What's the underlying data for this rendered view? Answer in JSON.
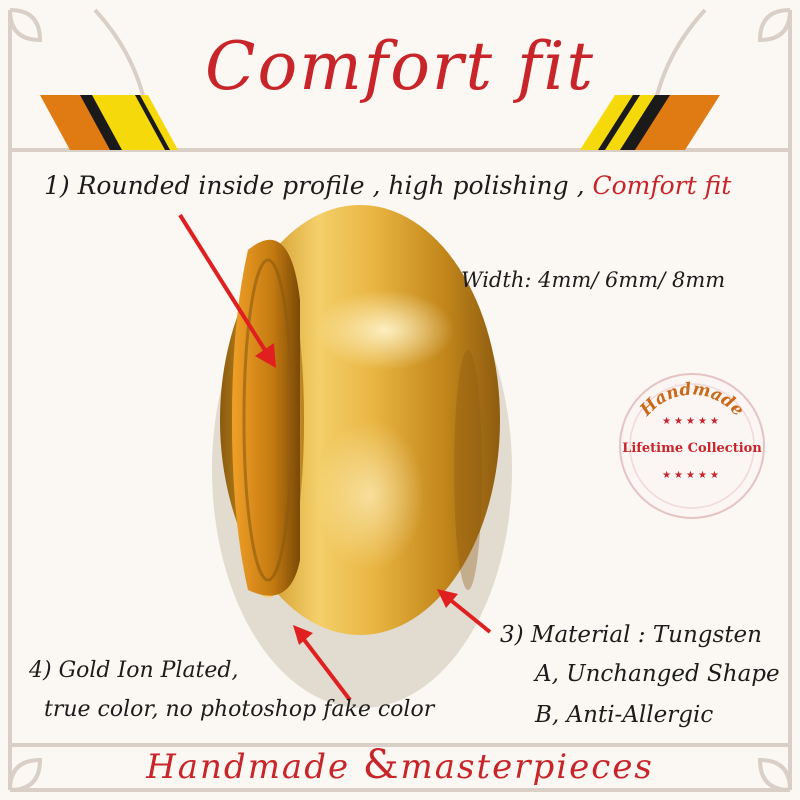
{
  "title": "Comfort fit",
  "features": {
    "line1_prefix": "1) Rounded inside profile , high polishing ,",
    "line1_highlight": "Comfort fit",
    "width": "Width: 4mm/ 6mm/ 8mm",
    "material_line1": "3) Material : Tungsten",
    "material_line2": "A, Unchanged Shape",
    "material_line3": "B, Anti-Allergic",
    "gold_line1": "4) Gold Ion Plated,",
    "gold_line2": "true color, no photoshop fake color"
  },
  "badge": {
    "top": "Handmade",
    "center": "Lifetime Collection"
  },
  "footer": {
    "part1": "Handmade",
    "amp": "&",
    "part2": "masterpieces"
  },
  "colors": {
    "accent": "#c8252b",
    "gold": "#d9a21f",
    "stripe_orange": "#e07b14",
    "stripe_yellow": "#f5d90a",
    "background": "#fbf7f2"
  }
}
